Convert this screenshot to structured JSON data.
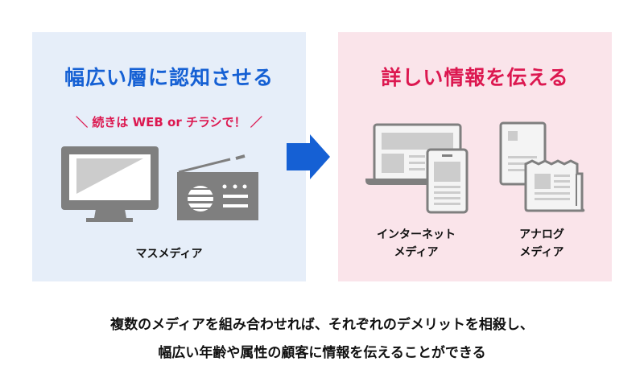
{
  "mass_panel": {
    "title": "幅広い層に認知させる",
    "callout": "続きは WEB or チラシで！",
    "label": "マスメディア"
  },
  "detail_panel": {
    "title": "詳しい情報を伝える",
    "internet_label_line1": "インターネット",
    "internet_label_line2": "メディア",
    "analog_label_line1": "アナログ",
    "analog_label_line2": "メディア"
  },
  "caption": {
    "line1": "複数のメディアを組み合わせれば、それぞれのデメリットを相殺し、",
    "line2": "幅広い年齢や属性の顧客に情報を伝えることができる"
  },
  "colors": {
    "blue": "#1560d4",
    "red": "#dc1850",
    "icon": "#7f7f7f"
  }
}
